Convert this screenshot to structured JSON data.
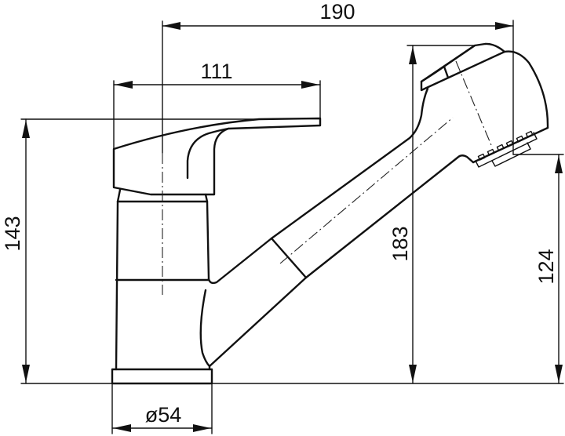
{
  "drawing": {
    "title": "Pull-out kitchen faucet technical dimension drawing",
    "units": "mm",
    "colors": {
      "line": "#111111",
      "background": "#ffffff"
    },
    "dimensions": {
      "overall_reach": {
        "label": "190",
        "orientation": "horizontal"
      },
      "handle_reach": {
        "label": "111",
        "orientation": "horizontal"
      },
      "body_height": {
        "label": "143",
        "orientation": "vertical"
      },
      "overall_height": {
        "label": "183",
        "orientation": "vertical"
      },
      "spout_outlet_height": {
        "label": "124",
        "orientation": "vertical"
      },
      "base_diameter": {
        "label": "ø54",
        "orientation": "horizontal"
      }
    },
    "parts": [
      "lever-handle",
      "faucet-body",
      "base-ring",
      "pull-out-spout",
      "spray-head",
      "aerator"
    ]
  }
}
